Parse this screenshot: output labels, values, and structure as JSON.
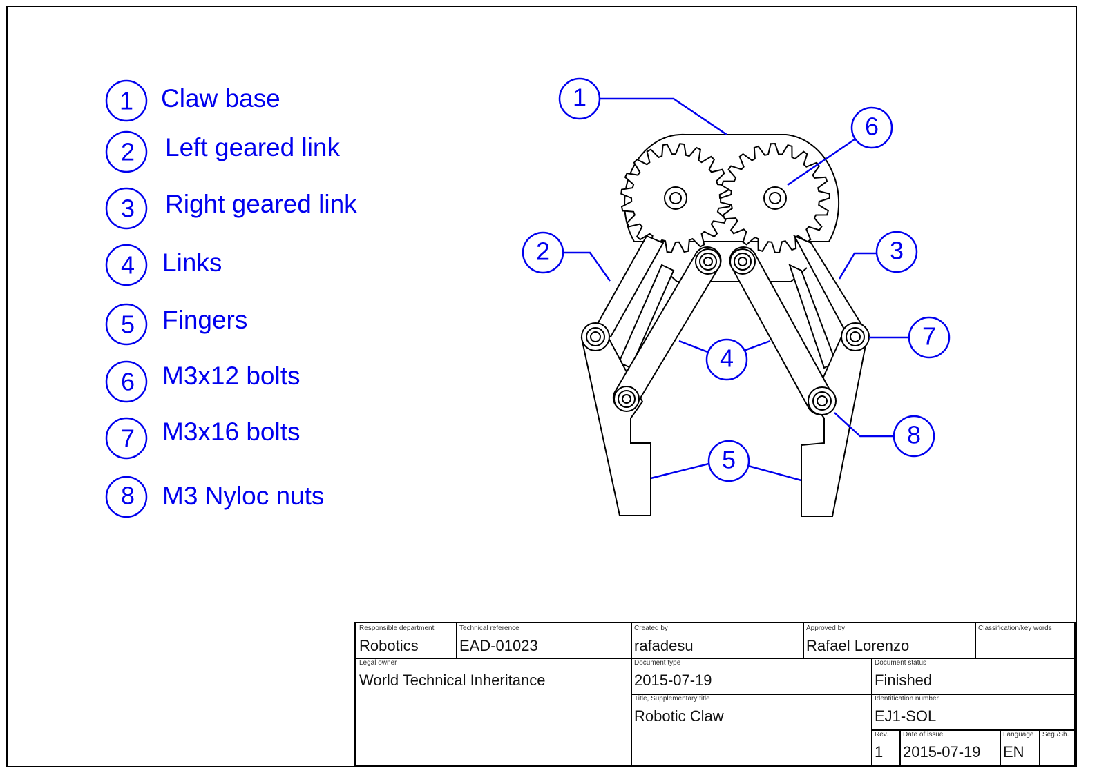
{
  "drawing": {
    "title": "Robotic Claw",
    "accent_color": "#0000ee",
    "line_color": "#000000"
  },
  "legend": [
    {
      "num": "1",
      "label": "Claw base"
    },
    {
      "num": "2",
      "label": "Left geared link"
    },
    {
      "num": "3",
      "label": "Right geared link"
    },
    {
      "num": "4",
      "label": "Links"
    },
    {
      "num": "5",
      "label": "Fingers"
    },
    {
      "num": "6",
      "label": "M3x12 bolts"
    },
    {
      "num": "7",
      "label": "M3x16 bolts"
    },
    {
      "num": "8",
      "label": "M3 Nyloc nuts"
    }
  ],
  "callouts": [
    {
      "num": "1",
      "part": "Claw base"
    },
    {
      "num": "2",
      "part": "Left geared link"
    },
    {
      "num": "3",
      "part": "Right geared link"
    },
    {
      "num": "4",
      "part": "Links"
    },
    {
      "num": "5",
      "part": "Fingers"
    },
    {
      "num": "6",
      "part": "M3x12 bolts"
    },
    {
      "num": "7",
      "part": "M3x16 bolts"
    },
    {
      "num": "8",
      "part": "M3 Nyloc nuts"
    }
  ],
  "title_block": {
    "responsible_department": {
      "label": "Responsible department",
      "value": "Robotics"
    },
    "technical_reference": {
      "label": "Technical reference",
      "value": "EAD-01023"
    },
    "created_by": {
      "label": "Created by",
      "value": "rafadesu"
    },
    "approved_by": {
      "label": "Approved by",
      "value": "Rafael Lorenzo"
    },
    "classification": {
      "label": "Classification/key words",
      "value": ""
    },
    "legal_owner": {
      "label": "Legal owner",
      "value": "World Technical Inheritance"
    },
    "document_type": {
      "label": "Document type",
      "value": "2015-07-19"
    },
    "document_status": {
      "label": "Document status",
      "value": "Finished"
    },
    "title": {
      "label": "Title, Supplementary title",
      "value": "Robotic Claw"
    },
    "identification_number": {
      "label": "Identification number",
      "value": "EJ1-SOL"
    },
    "revision": {
      "label": "Rev.",
      "value": "1"
    },
    "date_of_issue": {
      "label": "Date of issue",
      "value": "2015-07-19"
    },
    "language": {
      "label": "Language",
      "value": "EN"
    },
    "sheet": {
      "label": "Seg./Sh.",
      "value": ""
    }
  }
}
